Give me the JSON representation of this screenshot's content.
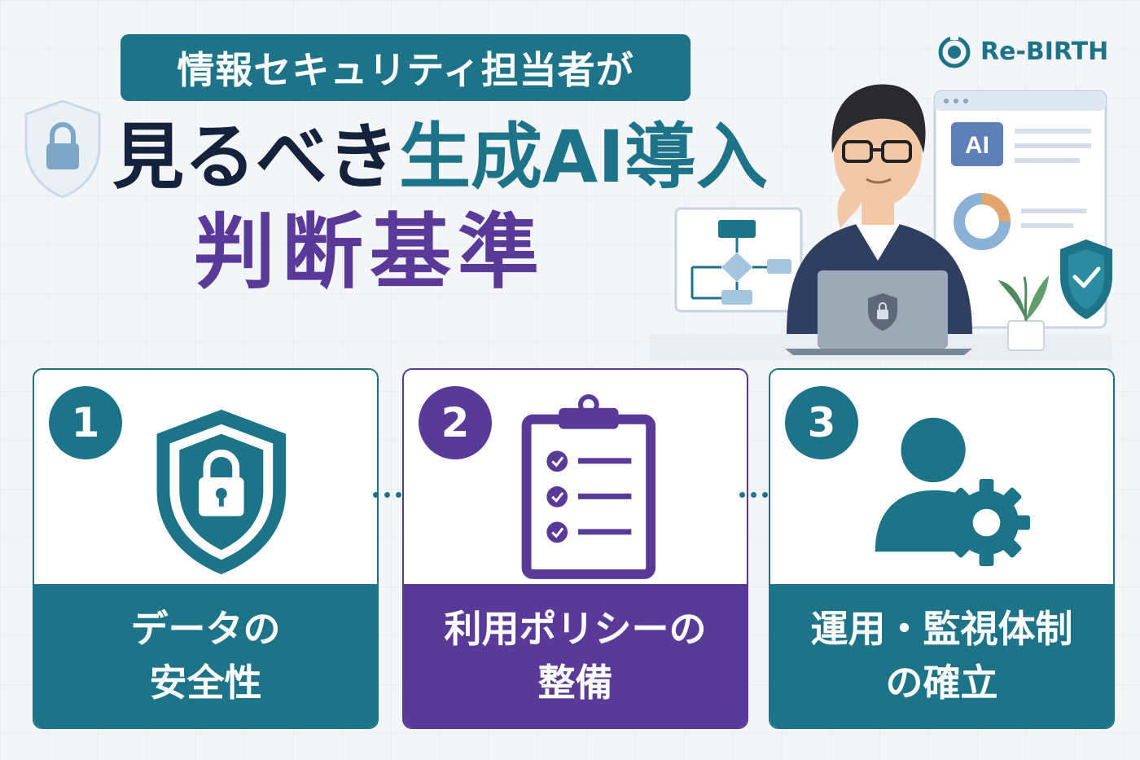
{
  "header": {
    "pill_text": "情報セキュリティ担当者が",
    "title_dark": "見るべき",
    "title_teal": "生成AI導入",
    "title_purple": "判断基準"
  },
  "logo": {
    "text": "Re-BIRTH"
  },
  "illustration": {
    "window_badge": "AI"
  },
  "cards": [
    {
      "number": "1",
      "line1": "データの",
      "line2": "安全性",
      "icon": "shield-lock-icon"
    },
    {
      "number": "2",
      "line1": "利用ポリシーの",
      "line2": "整備",
      "icon": "clipboard-checklist-icon"
    },
    {
      "number": "3",
      "line1": "運用・監視体制",
      "line2": "の確立",
      "icon": "user-gear-icon"
    }
  ],
  "colors": {
    "teal": "#1d7388",
    "purple": "#5a3a98",
    "navy": "#14223b",
    "background": "#f3f5f8"
  }
}
